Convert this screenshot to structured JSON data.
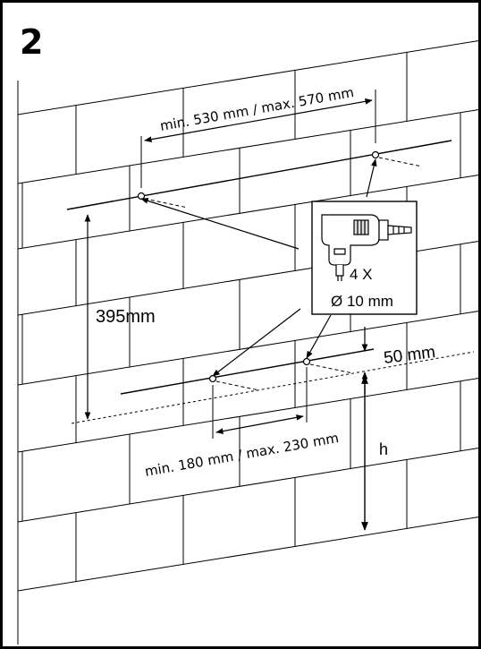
{
  "step": {
    "number": "2"
  },
  "dimensions": {
    "top_spacing": "min. 530 mm / max. 570 mm",
    "vertical_spacing": "395mm",
    "bottom_spacing": "min. 180 mm / max. 230 mm",
    "offset": "50 mm",
    "height": "h"
  },
  "drill": {
    "quantity": "4 X",
    "diameter": "Ø 10 mm",
    "icon": "drill-icon"
  },
  "colors": {
    "line": "#000000",
    "background": "#ffffff"
  }
}
